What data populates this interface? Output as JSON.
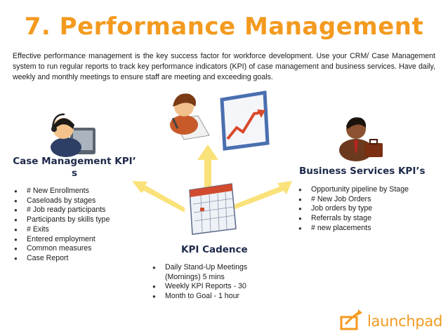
{
  "title": "7. Performance Management",
  "intro": "Effective performance management is the key success factor for workforce development. Use your CRM/ Case Management system to run regular reports to track key performance indicators (KPI) of case management and business services. Have daily, weekly and monthly meetings to ensure staff are meeting and exceeding goals.",
  "case_management": {
    "heading_line1": "Case Management KPI’",
    "heading_line2": "s",
    "items": [
      "# New Enrollments",
      "Caseloads by stages",
      "# Job ready participants",
      "Participants by skills type",
      "# Exits",
      "Entered employment",
      "Common measures",
      "Case Report"
    ]
  },
  "business_services": {
    "heading": "Business Services KPI’s",
    "items": [
      "Opportunity pipeline by Stage",
      "# New Job Orders",
      "Job orders by type",
      "Referrals by stage",
      "# new placements"
    ]
  },
  "kpi_cadence": {
    "heading": "KPI Cadence",
    "items": [
      "Daily Stand-Up Meetings (Mornings) 5 mins",
      "Weekly KPI Reports - 30",
      "Month to Goal - 1 hour"
    ]
  },
  "logo": {
    "text": "launchpad",
    "color": "#f39a1f"
  },
  "colors": {
    "title": "#f39a1f",
    "heading": "#1e2a4a",
    "arrow": "#fae27a"
  }
}
